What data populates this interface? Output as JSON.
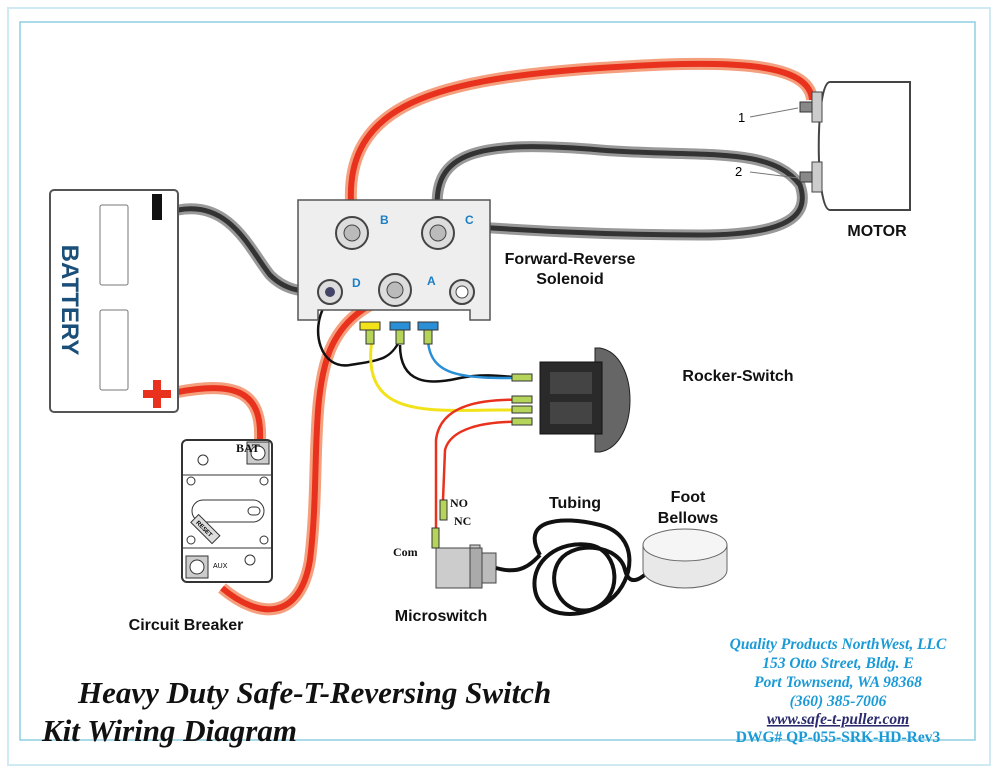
{
  "title": {
    "line1": "Heavy Duty Safe-T-Reversing Switch",
    "line2": "Kit Wiring Diagram"
  },
  "components": {
    "battery": {
      "label": "BATTERY",
      "minus": "−",
      "plus": "+"
    },
    "solenoid": {
      "label_line1": "Forward-Reverse",
      "label_line2": "Solenoid",
      "terminals": [
        "B",
        "C",
        "D",
        "A"
      ]
    },
    "motor": {
      "label": "MOTOR",
      "terminal_1": "1",
      "terminal_2": "2"
    },
    "rocker_switch": {
      "label": "Rocker-Switch"
    },
    "circuit_breaker": {
      "label": "Circuit Breaker",
      "bat": "BAT",
      "aux": "AUX",
      "reset": "RESET"
    },
    "microswitch": {
      "label": "Microswitch",
      "no": "NO",
      "nc": "NC",
      "com": "Com"
    },
    "tubing": {
      "label": "Tubing"
    },
    "foot_bellows": {
      "label_line1": "Foot",
      "label_line2": "Bellows"
    }
  },
  "company": {
    "name": "Quality Products NorthWest, LLC",
    "address1": "153 Otto Street, Bldg. E",
    "address2": "Port Townsend, WA  98368",
    "phone": "(360) 385-7006",
    "website": "www.safe-t-puller.com",
    "drawing": "DWG# QP-055-SRK-HD-Rev3"
  },
  "colors": {
    "frame": "#8fcde0",
    "positive_cable": "#e8321e",
    "ground_cable": "#3a3a3a",
    "yellow_wire": "#f2e21a",
    "blue_wire": "#2a8fd6",
    "company_text": "#1a9ad6"
  }
}
